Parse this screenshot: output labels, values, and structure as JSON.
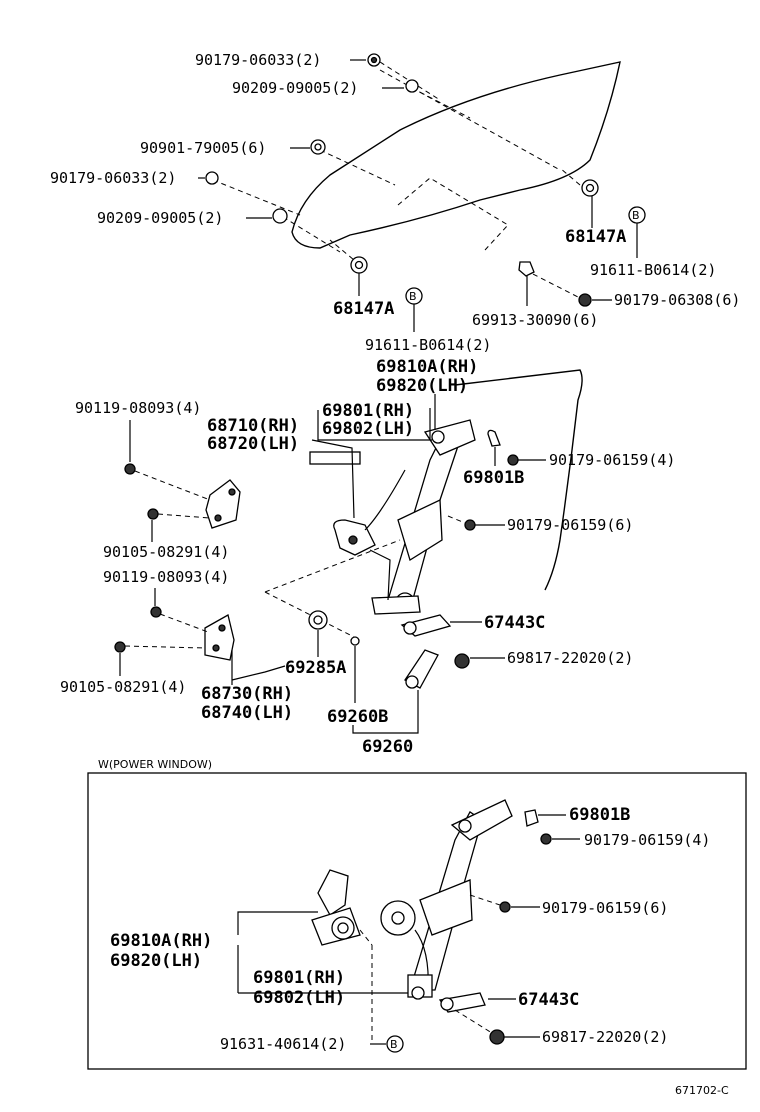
{
  "top_labels": {
    "p_90179_06033_a": "90179-06033(2)",
    "p_90209_09005_a": "90209-09005(2)",
    "p_90901_79005": "90901-79005(6)",
    "p_90179_06033_b": "90179-06033(2)",
    "p_90209_09005_b": "90209-09005(2)",
    "p_68147A_right": "68147A",
    "p_91611_B0614_right": "91611-B0614(2)",
    "p_90179_06308": "90179-06308(6)",
    "p_68147A_left": "68147A",
    "p_69913_30090": "69913-30090(6)",
    "p_91611_B0614_left": "91611-B0614(2)",
    "callout_b": "B"
  },
  "mid_labels": {
    "p_69810A_rh": "69810A(RH)",
    "p_69820_lh": "69820(LH)",
    "p_90119_08093_a": "90119-08093(4)",
    "p_69801_rh": "69801(RH)",
    "p_69802_lh": "69802(LH)",
    "p_68710_rh": "68710(RH)",
    "p_68720_lh": "68720(LH)",
    "p_69801B": "69801B",
    "p_90179_06159_4": "90179-06159(4)",
    "p_90179_06159_6": "90179-06159(6)",
    "p_90105_08291_a": "90105-08291(4)",
    "p_90119_08093_b": "90119-08093(4)",
    "p_67443C": "67443C",
    "p_69817_22020": "69817-22020(2)",
    "p_69285A": "69285A",
    "p_90105_08291_b": "90105-08291(4)",
    "p_68730_rh": "68730(RH)",
    "p_68740_lh": "68740(LH)",
    "p_69260B": "69260B",
    "p_69260": "69260"
  },
  "power_window": {
    "caption": "W(POWER WINDOW)",
    "p_69801B": "69801B",
    "p_90179_06159_4": "90179-06159(4)",
    "p_90179_06159_6": "90179-06159(6)",
    "p_69810A_rh": "69810A(RH)",
    "p_69820_lh": "69820(LH)",
    "p_69801_rh": "69801(RH)",
    "p_69802_lh": "69802(LH)",
    "p_67443C": "67443C",
    "p_91631_40614": "91631-40614(2)",
    "p_69817_22020": "69817-22020(2)",
    "callout_b": "B"
  },
  "figure_code": "671702-C"
}
